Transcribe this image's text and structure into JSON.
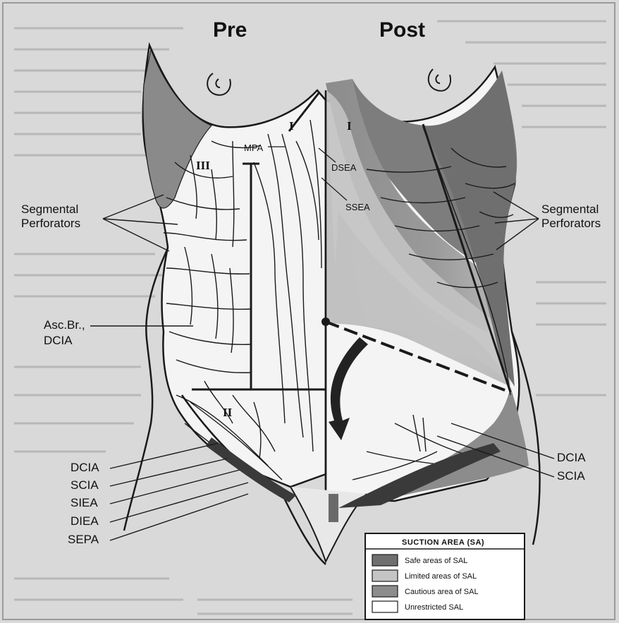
{
  "headers": {
    "pre": "Pre",
    "post": "Post"
  },
  "labels": {
    "segmental_left": [
      "Segmental",
      "Perforators"
    ],
    "segmental_right": [
      "Segmental",
      "Perforators"
    ],
    "asc_br": [
      "Asc.Br.,",
      "DCIA"
    ],
    "mpa": "MPA",
    "dsea": "DSEA",
    "ssea": "SSEA",
    "left_vessels": [
      "DCIA",
      "SCIA",
      "SIEA",
      "DIEA",
      "SEPA"
    ],
    "right_vessels": [
      "DCIA",
      "SCIA"
    ],
    "zones": [
      "I",
      "II",
      "III"
    ]
  },
  "legend": {
    "title": "SUCTION AREA (SA)",
    "items": [
      {
        "label": "Safe areas of SAL",
        "color": "#6f6f6f"
      },
      {
        "label": "Limited areas of SAL",
        "color": "#c4c4c4"
      },
      {
        "label": "Cautious area of SAL",
        "color": "#8c8c8c"
      },
      {
        "label": "Unrestricted SAL",
        "color": "#ffffff"
      }
    ]
  },
  "colors": {
    "background": "#dcdcdc",
    "safe": "#6f6f6f",
    "limited": "#c4c4c4",
    "cautious": "#8c8c8c"
  }
}
